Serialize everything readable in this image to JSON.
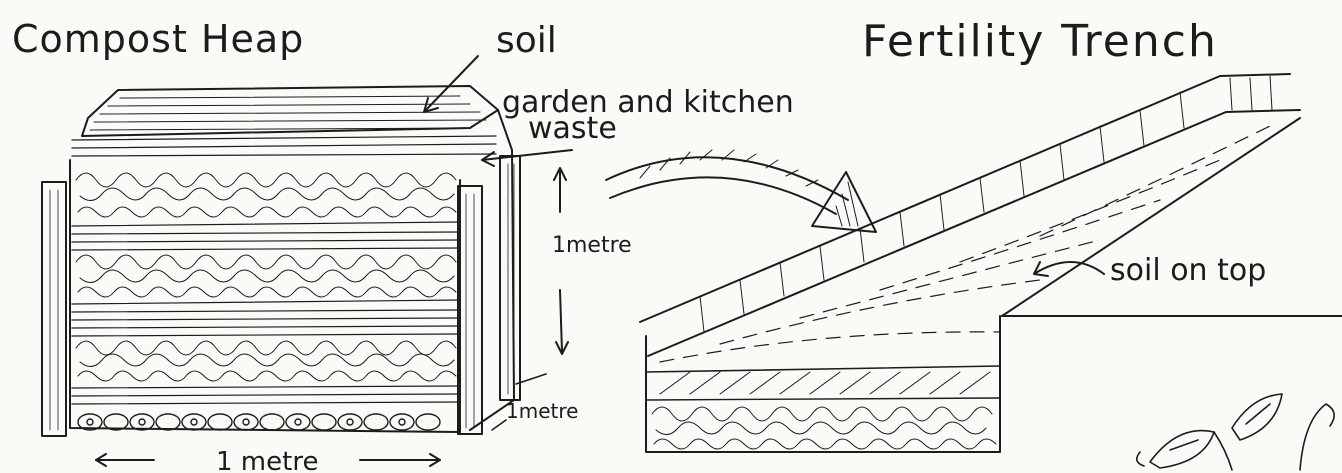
{
  "compost_heap": {
    "title": "Compost Heap",
    "label_soil": "soil",
    "label_waste_line1": "garden and kitchen",
    "label_waste_line2": "waste",
    "label_height": "1metre",
    "label_depth": "1metre",
    "label_width": "1 metre"
  },
  "fertility_trench": {
    "title": "Fertility Trench",
    "label_soil_on_top": "soil on top"
  },
  "colors": {
    "ink": "#1c1c1c",
    "paper": "#fbfaf7"
  }
}
